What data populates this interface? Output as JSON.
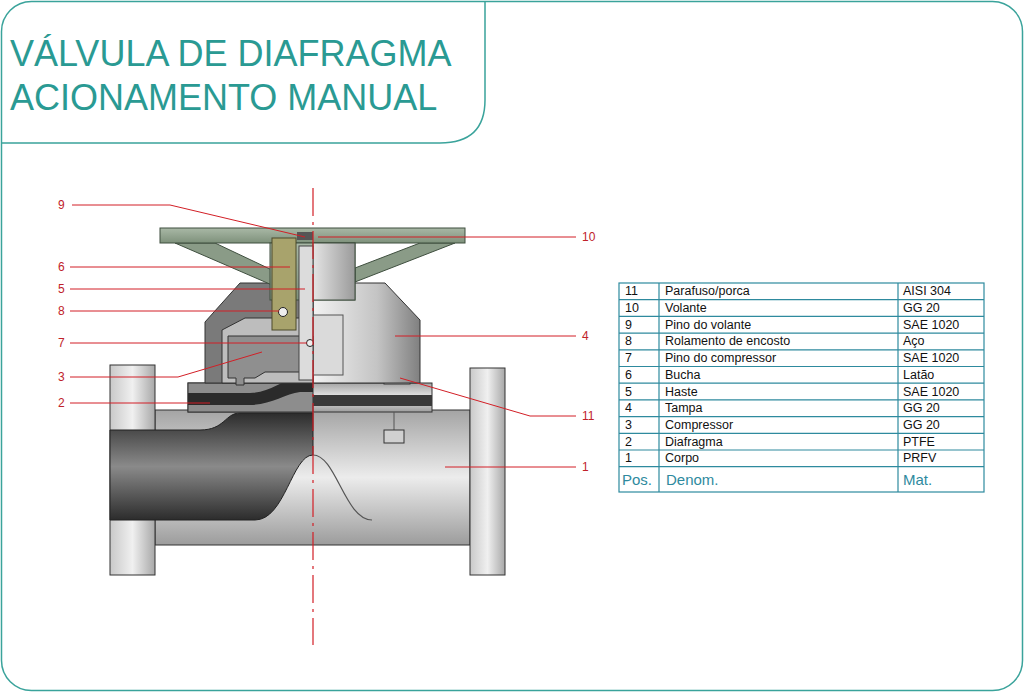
{
  "diagram": {
    "title": "VÁLVULA DE DIAFRAGMA ACIONAMENTO MANUAL",
    "labels": [
      "9",
      "10",
      "6",
      "5",
      "8",
      "4",
      "7",
      "3",
      "2",
      "11",
      "1",
      "11",
      "Parafuso/porca",
      "AISI 304",
      "10",
      "Volante",
      "GG 20",
      "9",
      "Pino do volante",
      "SAE 1020",
      "8",
      "Rolamento de encosto",
      "Aço",
      "7",
      "Pino do compressor",
      "SAE 1020",
      "6",
      "Bucha",
      "Latão",
      "5",
      "Haste",
      "SAE 1020",
      "4",
      "Tampa",
      "GG 20",
      "3",
      "Compressor",
      "GG 20",
      "2",
      "Diafragma",
      "PTFE",
      "1",
      "Corpo",
      "PRFV",
      "Pos.",
      "Denom.",
      "Mat."
    ]
  }
}
